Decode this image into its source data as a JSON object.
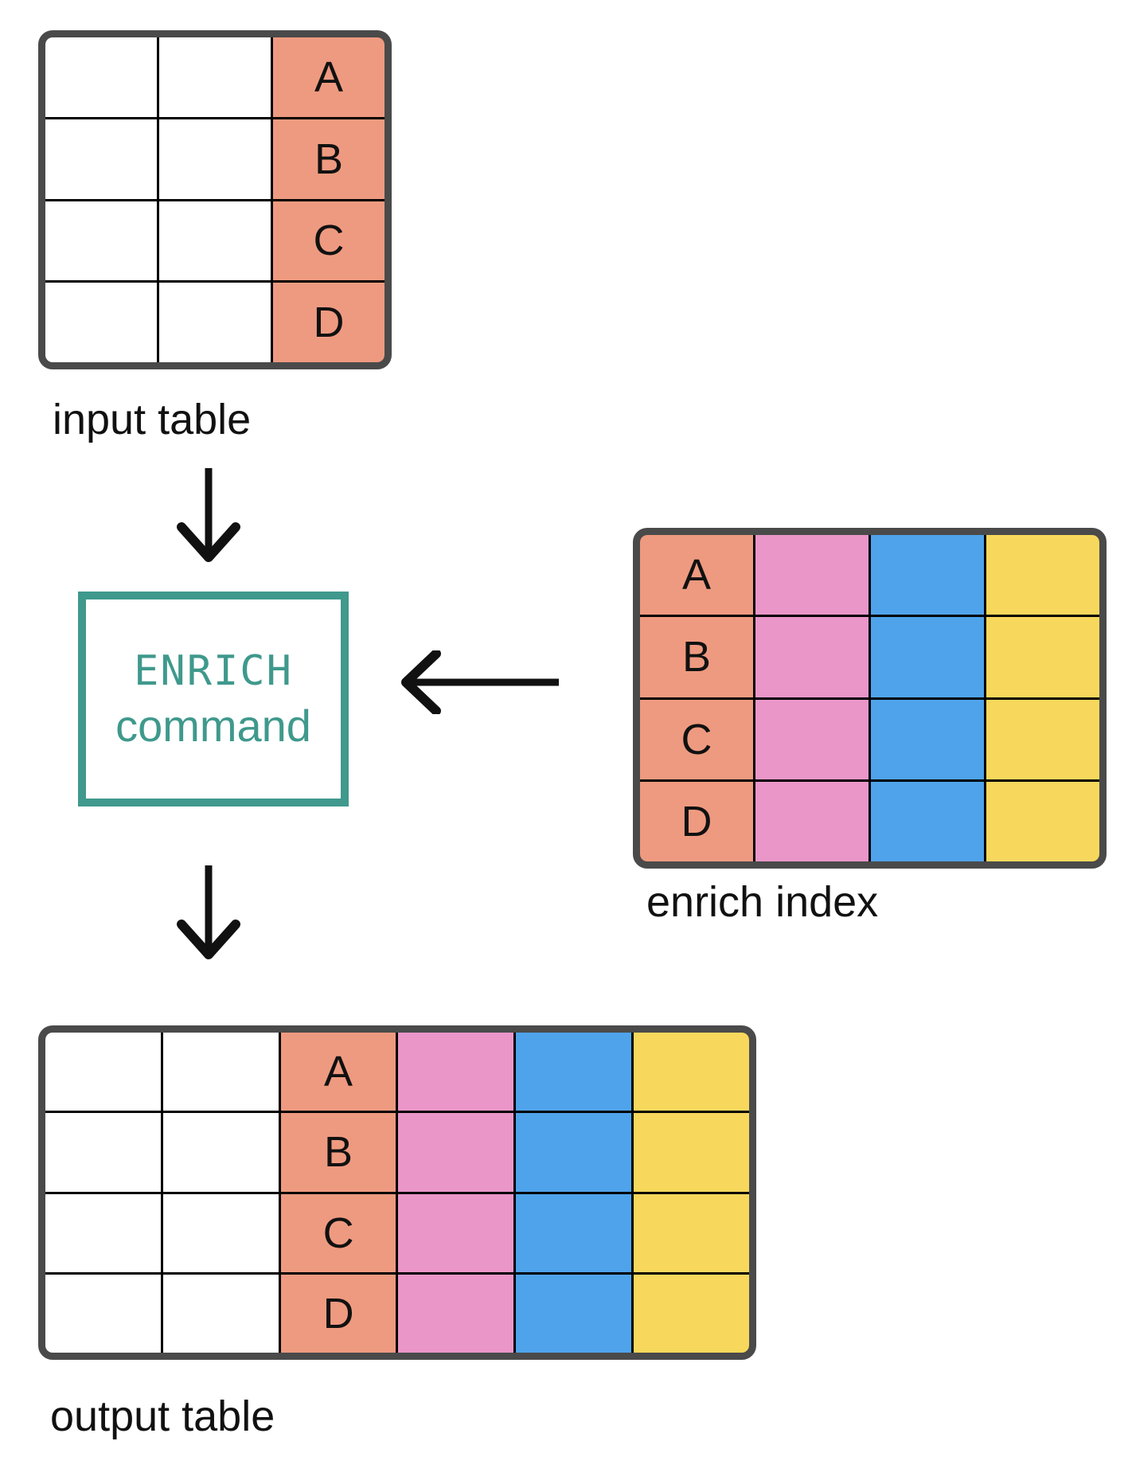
{
  "colors": {
    "salmon": "#ee9a80",
    "pink": "#ea96c9",
    "blue": "#4fa3eb",
    "yellow": "#f7d85c",
    "teal": "#3f998c",
    "table_border": "#4a4a4a",
    "grid_line": "#000000",
    "ink": "#111111",
    "background": "#ffffff"
  },
  "command_box": {
    "line1": "ENRICH",
    "line2": "command"
  },
  "tables": {
    "input": {
      "label": "input table",
      "row_keys": [
        "A",
        "B",
        "C",
        "D"
      ],
      "columns": [
        "blank",
        "blank",
        "key"
      ]
    },
    "enrich": {
      "label": "enrich index",
      "row_keys": [
        "A",
        "B",
        "C",
        "D"
      ],
      "columns": [
        "key",
        "pink",
        "blue",
        "yellow"
      ]
    },
    "output": {
      "label": "output table",
      "row_keys": [
        "A",
        "B",
        "C",
        "D"
      ],
      "columns": [
        "blank",
        "blank",
        "key",
        "pink",
        "blue",
        "yellow"
      ]
    }
  },
  "icons": {
    "arrow_input_to_command": "down-arrow",
    "arrow_index_to_command": "left-arrow",
    "arrow_command_to_output": "down-arrow"
  }
}
